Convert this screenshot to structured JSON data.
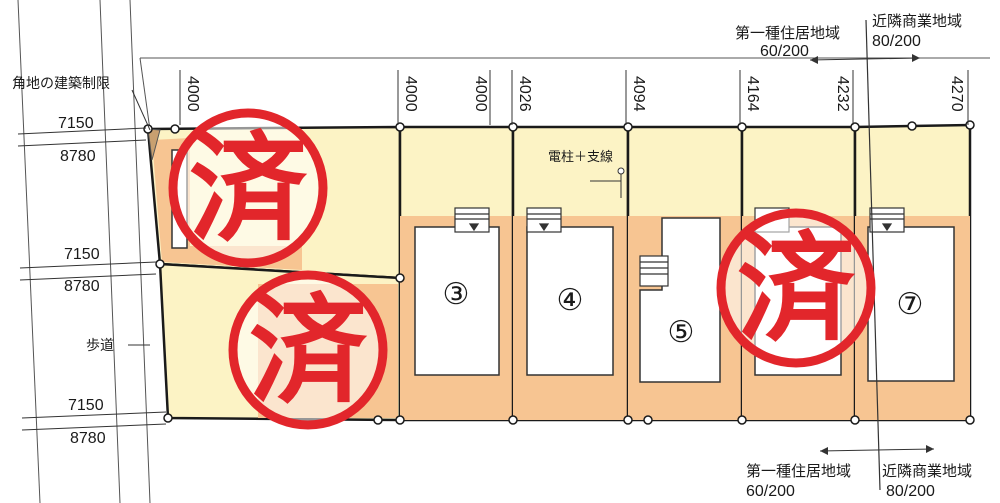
{
  "colors": {
    "front_yard": "#fcf3c5",
    "house_zone": "#f7c592",
    "building": "#ffffff",
    "outline": "#1a1a1a",
    "stamp": "#e2262b"
  },
  "labels": {
    "corner_restriction": "角地の建築制限",
    "pole_guy": "電柱＋支線",
    "sidewalk": "歩道",
    "zone_top_left_name": "第一種住居地域",
    "zone_top_left_ratio": "60/200",
    "zone_top_right_name": "近隣商業地域",
    "zone_top_right_ratio": "80/200",
    "zone_bottom_left_name": "第一種住居地域",
    "zone_bottom_left_ratio": "60/200",
    "zone_bottom_right_name": "近隣商業地域",
    "zone_bottom_right_ratio": "80/200"
  },
  "road_widths": {
    "row1_near": "7150",
    "row1_far": "8780",
    "row2_near": "7150",
    "row2_far": "8780",
    "row3_near": "7150",
    "row3_far": "8780"
  },
  "frontage_depths": [
    "4000",
    "4000",
    "4000",
    "4026",
    "4094",
    "4164",
    "4232",
    "4270"
  ],
  "lots": {
    "lot3": "③",
    "lot4": "④",
    "lot5": "⑤",
    "lot7": "⑦"
  },
  "stamps": {
    "text": "済"
  }
}
